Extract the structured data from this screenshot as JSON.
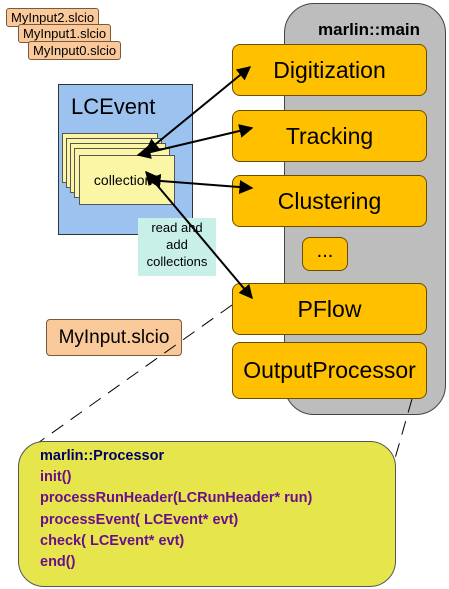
{
  "input_files": [
    "MyInput2.slcio",
    "MyInput1.slcio",
    "MyInput0.slcio"
  ],
  "main_title": "marlin::main",
  "processors": [
    "Digitization",
    "Tracking",
    "Clustering",
    "...",
    "PFlow",
    "OutputProcessor"
  ],
  "lcevent": {
    "title": "LCEvent",
    "collection": "collection0"
  },
  "read_add_label": "read and\nadd\ncollections",
  "output_file": "MyInput.slcio",
  "processor_interface": {
    "title": "marlin::Processor",
    "methods": [
      "init()",
      "processRunHeader(LCRunHeader* run)",
      "processEvent( LCEvent* evt)",
      "check( LCEvent* evt)",
      "end()"
    ]
  },
  "colors": {
    "processor_fill": "#ffc000",
    "main_panel": "#bdbdbd",
    "lcevent_fill": "#9cc3f0",
    "collection_fill": "#fbf6a6",
    "interface_fill": "#e6e64c",
    "interface_title": "#000066",
    "interface_methods": "#6a0f8c",
    "file_fill": "#f9c99a",
    "arrow": "#000000"
  }
}
